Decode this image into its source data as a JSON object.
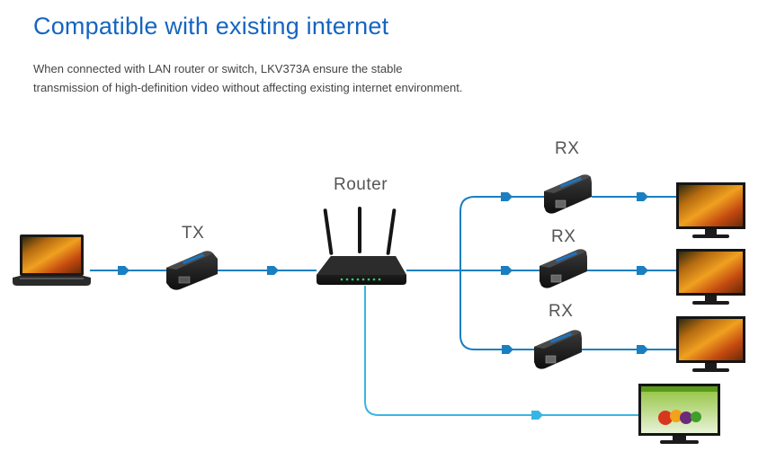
{
  "header": {
    "title": "Compatible with existing internet",
    "desc_line1": "When connected with LAN router or switch, LKV373A ensure the stable",
    "desc_line2": "transmission of high-definition video without affecting existing internet environment."
  },
  "labels": {
    "tx": "TX",
    "router": "Router",
    "rx1": "RX",
    "rx2": "RX",
    "rx3": "RX"
  },
  "colors": {
    "hdmi_line": "#1a7fc1",
    "lan_line": "#38b6e3",
    "device_body": "#1b1b1b",
    "accent": "#1565c0"
  },
  "icons": {
    "source": "laptop-icon",
    "transmitter": "tx-extender-icon",
    "router": "router-icon",
    "receivers": "rx-extender-icon",
    "displays": "monitor-icon",
    "lan_display": "monitor-webpage-icon"
  }
}
